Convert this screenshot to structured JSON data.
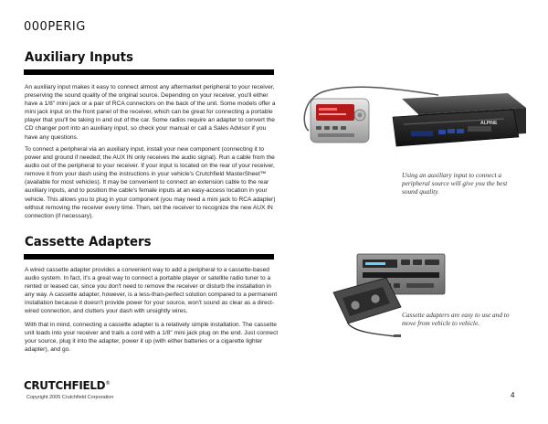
{
  "doc_code": "000PERIG",
  "sections": [
    {
      "heading": "Auxiliary Inputs",
      "paragraphs": [
        "An auxiliary input makes it easy to connect almost any aftermarket peripheral to your receiver, preserving the sound quality of the original source. Depending on your receiver, you'll either have a 1/8\" mini jack or a pair of RCA connectors on the back of the unit. Some models offer a mini jack input on the front panel of the receiver, which can be great for connecting a portable player that you'll be taking in and out of the car. Some radios require an adapter to convert the CD changer port into an auxiliary input, so check your manual or call a Sales Advisor if you have any questions.",
        "To connect a peripheral via an auxiliary input, install your new component (connecting it to power and ground if needed; the AUX IN only receives the audio signal). Run a cable from the audio out of the peripheral to your receiver. If your input is located on the rear of your receiver, remove it from your dash using the instructions in your vehicle's Crutchfield MasterSheet™ (available for most vehicles). It may be convenient to connect an extension cable to the rear auxiliary inputs, and to position the cable's female inputs at an easy-access location in your vehicle. This allows you to plug in your component (you may need a mini jack to RCA adapter) without removing the receiver every time. Then, set the receiver to recognize the new AUX IN connection (if necessary)."
      ],
      "caption": "Using an auxiliary input to connect a peripheral source will give you the best sound quality."
    },
    {
      "heading": "Cassette Adapters",
      "paragraphs": [
        "A wired cassette adapter provides a convenient way to add a peripheral to a cassette-based audio system. In fact, it's a great way to connect a portable player or satellite radio tuner to a rented or leased car, since you don't need to remove the receiver or disturb the installation in any way. A cassette adapter, however, is a less-than-perfect solution compared to a permanent installation because it doesn't provide power for your source, won't sound as clear as a direct-wired connection, and clutters your dash with unsightly wires.",
        "With that in mind, connecting a cassette adapter is a relatively simple installation. The cassette unit loads into your receiver and trails a cord with a 1/8\" mini jack plug on the end. Just connect your source, plug it into the adapter, power it up (with either batteries or a cigarette lighter adapter), and go."
      ],
      "caption": "Cassette adapters are easy to use and to move from vehicle to vehicle."
    }
  ],
  "footer": {
    "brand": "CRUTCHFIELD",
    "registered_mark": "®",
    "copyright": "Copyright 2005  Crutchfield Corporation",
    "page_number": "4"
  },
  "receiver_label": "ALPINE"
}
